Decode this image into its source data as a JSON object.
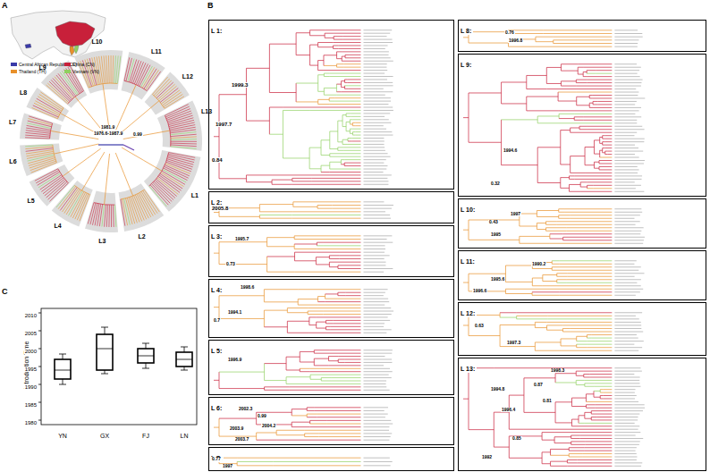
{
  "diagram": {
    "nodes": [
      {
        "text": [
          "L 1:"
        ]
      },
      {
        "text": [
          "L 2:"
        ]
      },
      {
        "text": [
          "L 3:"
        ]
      },
      {
        "text": [
          "L 4:"
        ]
      },
      {
        "text": [
          "L 5:"
        ]
      },
      {
        "text": [
          "L 6:"
        ]
      },
      {
        "text": [
          "L 7:"
        ]
      },
      {
        "text": [
          "L 8:"
        ]
      },
      {
        "text": [
          "L 9:"
        ]
      },
      {
        "text": [
          "L 10:"
        ]
      },
      {
        "text": [
          "L 11:"
        ]
      },
      {
        "text": [
          "L 12:"
        ]
      },
      {
        "text": [
          "L 13:"
        ]
      }
    ],
    "labels": [
      "A",
      "B",
      "C",
      "L1",
      "L2",
      "L3",
      "L4",
      "L5",
      "L6",
      "L7",
      "L8",
      "L9",
      "L10",
      "L11",
      "L12",
      "L13",
      "1981.9",
      "1976.6-1987.9",
      "0.99",
      "Introduction Time",
      "2010",
      "2005",
      "2000",
      "1995",
      "1990",
      "1985",
      "1980",
      "YN",
      "GX",
      "FJ",
      "LN",
      "1999.3",
      "1997.7",
      "0.84",
      "2005.8",
      "1995.7",
      "0.73",
      "1998.6",
      "1994.1",
      "0.7",
      "1996.9",
      "2002.3",
      "0.99",
      "2004.2",
      "2003.9",
      "2003.7",
      "1997",
      "0.77",
      "0.76",
      "1996.8",
      "1994.6",
      "0.32",
      "1997",
      "0.43",
      "1995",
      "1990.2",
      "1995.6",
      "1996.6",
      "0.63",
      "1997.3",
      "1998.3",
      "0.87",
      "0.81",
      "1994.8",
      "1996.4",
      "0.85",
      "1992"
    ],
    "legend": [
      {
        "text": "Central African Republic (CF)",
        "color": "#3a3aa8"
      },
      {
        "text": "China (CN)",
        "color": "#c8203a"
      },
      {
        "text": "Thailand (TH)",
        "color": "#e8902a"
      },
      {
        "text": "Vietnam (VN)",
        "color": "#8fd060"
      }
    ]
  }
}
